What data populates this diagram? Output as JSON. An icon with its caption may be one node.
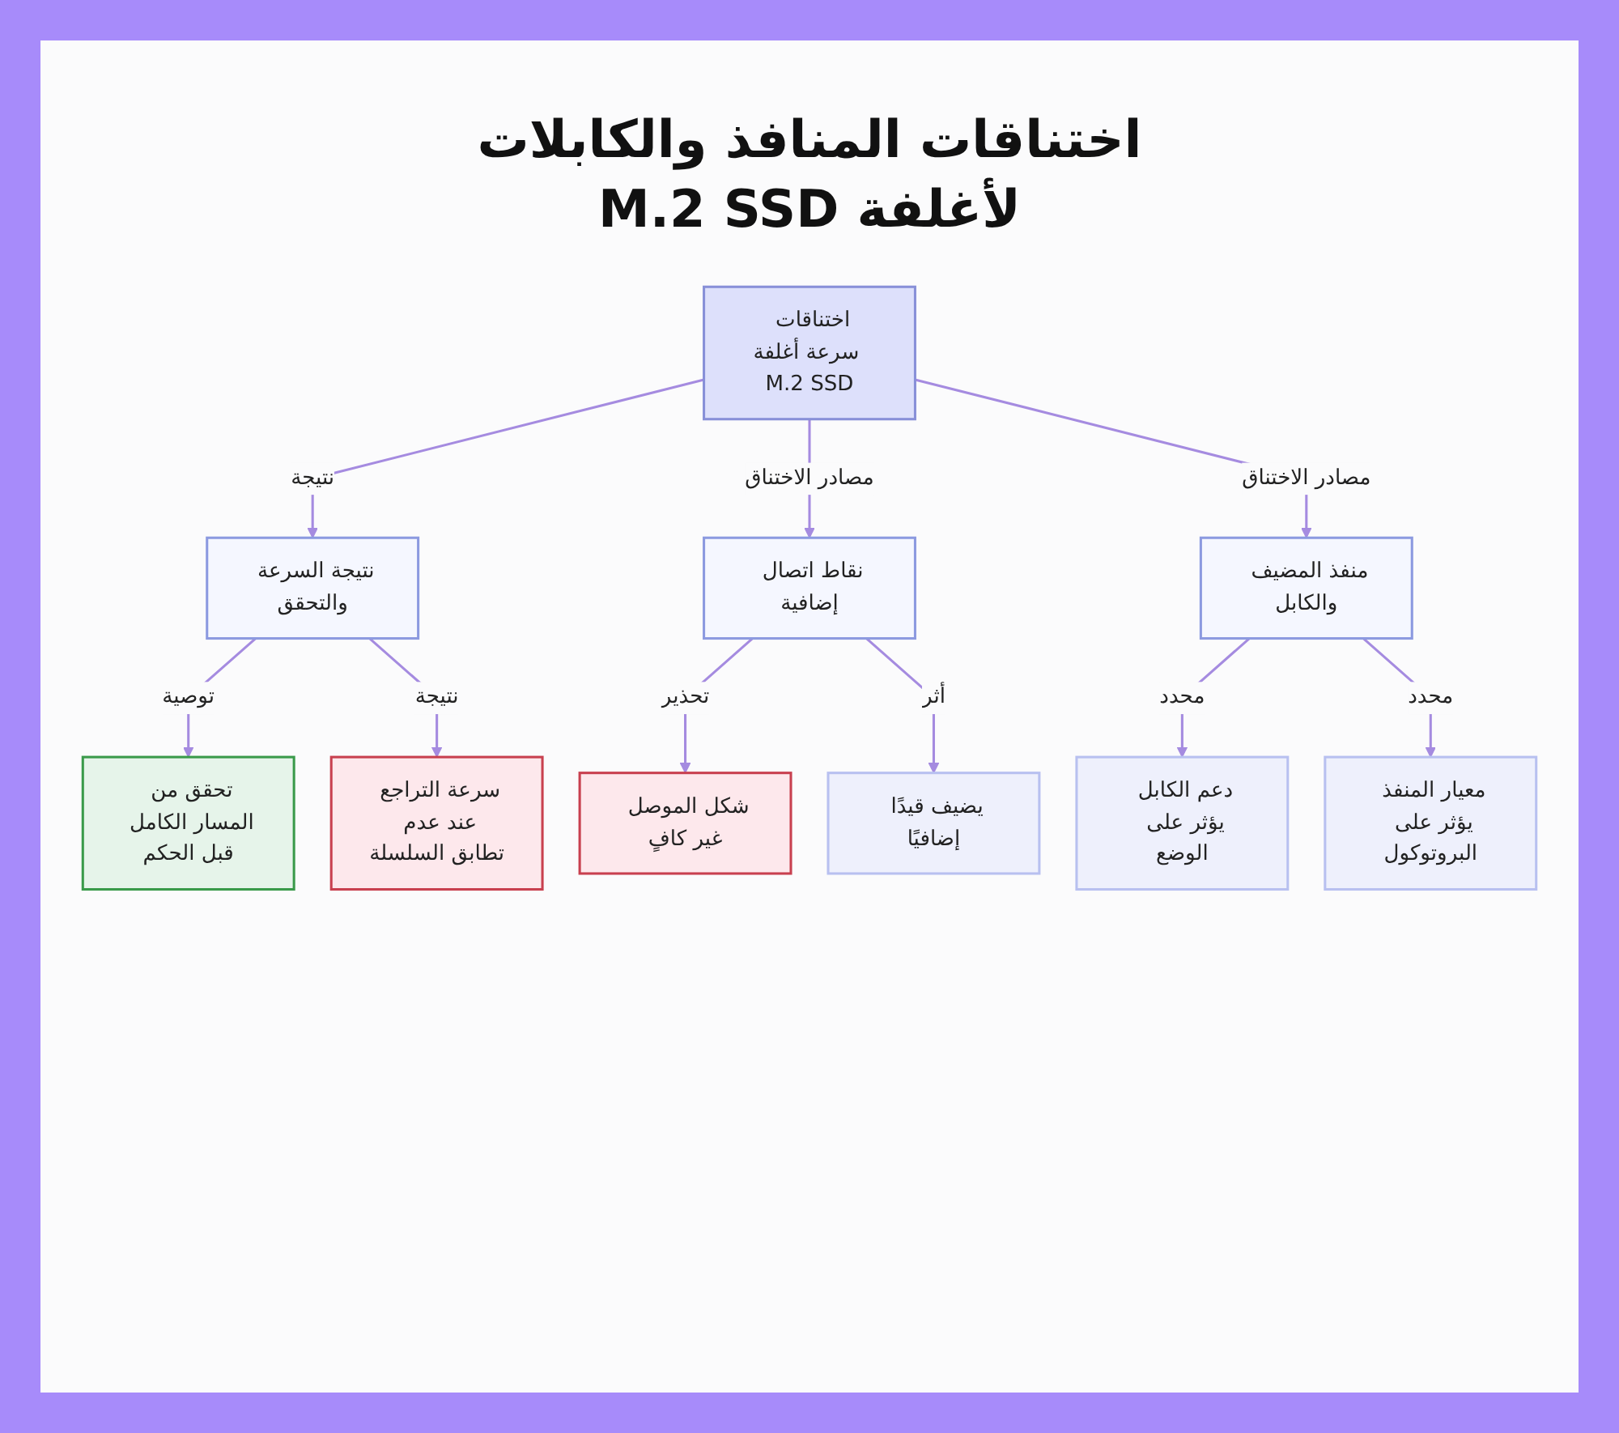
{
  "diagram": {
    "title": "اختناقات المنافذ والكابلات لأغلفة M.2 SSD",
    "nodes": [
      {
        "text": [
          "اختناقات سرعة أغلفة M.2 SSD"
        ]
      },
      {
        "text": [
          "نتيجة السرعة والتحقق"
        ]
      },
      {
        "text": [
          "نقاط اتصال إضافية"
        ]
      },
      {
        "text": [
          "منفذ المضيف والكابل"
        ]
      },
      {
        "text": [
          "تحقق من المسار الكامل قبل الحكم"
        ]
      },
      {
        "text": [
          "سرعة التراجع عند عدم تطابق السلسلة"
        ]
      },
      {
        "text": [
          "شكل الموصل غير كافٍ"
        ]
      },
      {
        "text": [
          "يضيف قيدًا إضافيًا"
        ]
      },
      {
        "text": [
          "دعم الكابل يؤثر على الوضع"
        ]
      },
      {
        "text": [
          "معيار المنفذ يؤثر على البروتوكول"
        ]
      }
    ],
    "edges": [
      {
        "from": 0,
        "to": 1,
        "arrow": "to",
        "label": "نتيجة"
      },
      {
        "from": 0,
        "to": 2,
        "arrow": "to",
        "label": "مصادر الاختناق"
      },
      {
        "from": 0,
        "to": 3,
        "arrow": "to",
        "label": "مصادر الاختناق"
      },
      {
        "from": 1,
        "to": 4,
        "arrow": "to",
        "label": "توصية"
      },
      {
        "from": 1,
        "to": 5,
        "arrow": "to",
        "label": "نتيجة"
      },
      {
        "from": 2,
        "to": 6,
        "arrow": "to",
        "label": "تحذير"
      },
      {
        "from": 2,
        "to": 7,
        "arrow": "to",
        "label": "أثر"
      },
      {
        "from": 3,
        "to": 8,
        "arrow": "to",
        "label": "محدد"
      },
      {
        "from": 3,
        "to": 9,
        "arrow": "to",
        "label": "محدد"
      }
    ]
  }
}
